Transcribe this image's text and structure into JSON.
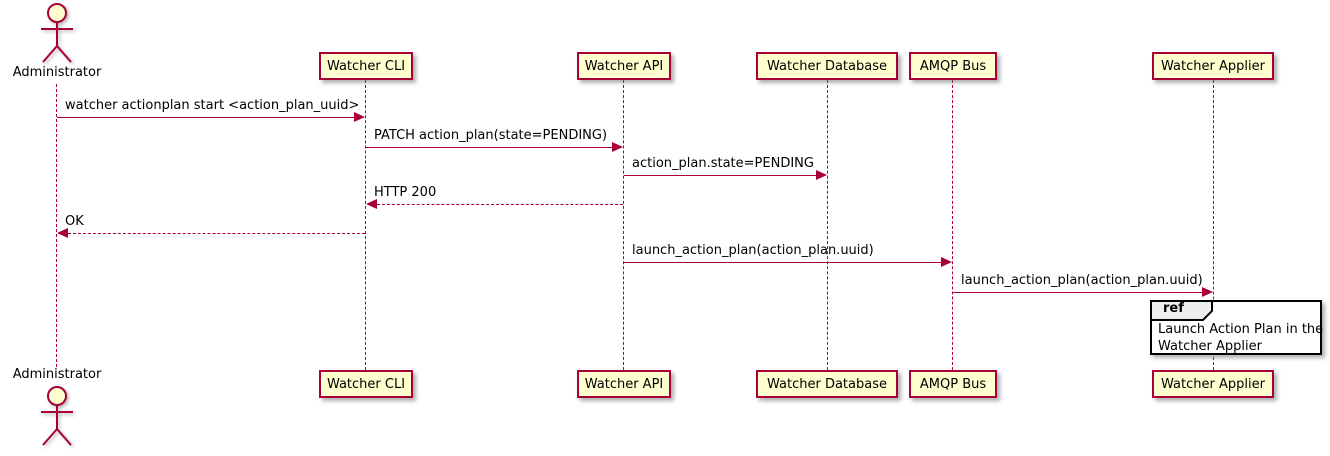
{
  "diagram_type": "uml-sequence",
  "actor": {
    "name": "Administrator"
  },
  "participants": [
    {
      "label": "Watcher CLI"
    },
    {
      "label": "Watcher API"
    },
    {
      "label": "Watcher Database"
    },
    {
      "label": "AMQP Bus"
    },
    {
      "label": "Watcher Applier"
    }
  ],
  "messages": [
    {
      "from": "Administrator",
      "to": "Watcher CLI",
      "label": "watcher actionplan start <action_plan_uuid>",
      "line": "solid",
      "direction": "right"
    },
    {
      "from": "Watcher CLI",
      "to": "Watcher API",
      "label": "PATCH action_plan(state=PENDING)",
      "line": "solid",
      "direction": "right"
    },
    {
      "from": "Watcher API",
      "to": "Watcher Database",
      "label": "action_plan.state=PENDING",
      "line": "solid",
      "direction": "right"
    },
    {
      "from": "Watcher API",
      "to": "Watcher CLI",
      "label": "HTTP 200",
      "line": "dashed",
      "direction": "left"
    },
    {
      "from": "Watcher CLI",
      "to": "Administrator",
      "label": "OK",
      "line": "dashed",
      "direction": "left"
    },
    {
      "from": "Watcher API",
      "to": "AMQP Bus",
      "label": "launch_action_plan(action_plan.uuid)",
      "line": "solid",
      "direction": "right"
    },
    {
      "from": "AMQP Bus",
      "to": "Watcher Applier",
      "label": "launch_action_plan(action_plan.uuid)",
      "line": "solid",
      "direction": "right"
    }
  ],
  "ref": {
    "keyword": "ref",
    "over": "Watcher Applier",
    "lines": [
      "Launch Action Plan in the",
      "Watcher Applier"
    ]
  },
  "colors": {
    "participant_fill": "#FEFECE",
    "line_and_border": "#A80036",
    "text": "#000000",
    "ref_border": "#000000",
    "ref_tab_fill": "#EEEEEE",
    "background": "#FFFFFF"
  }
}
